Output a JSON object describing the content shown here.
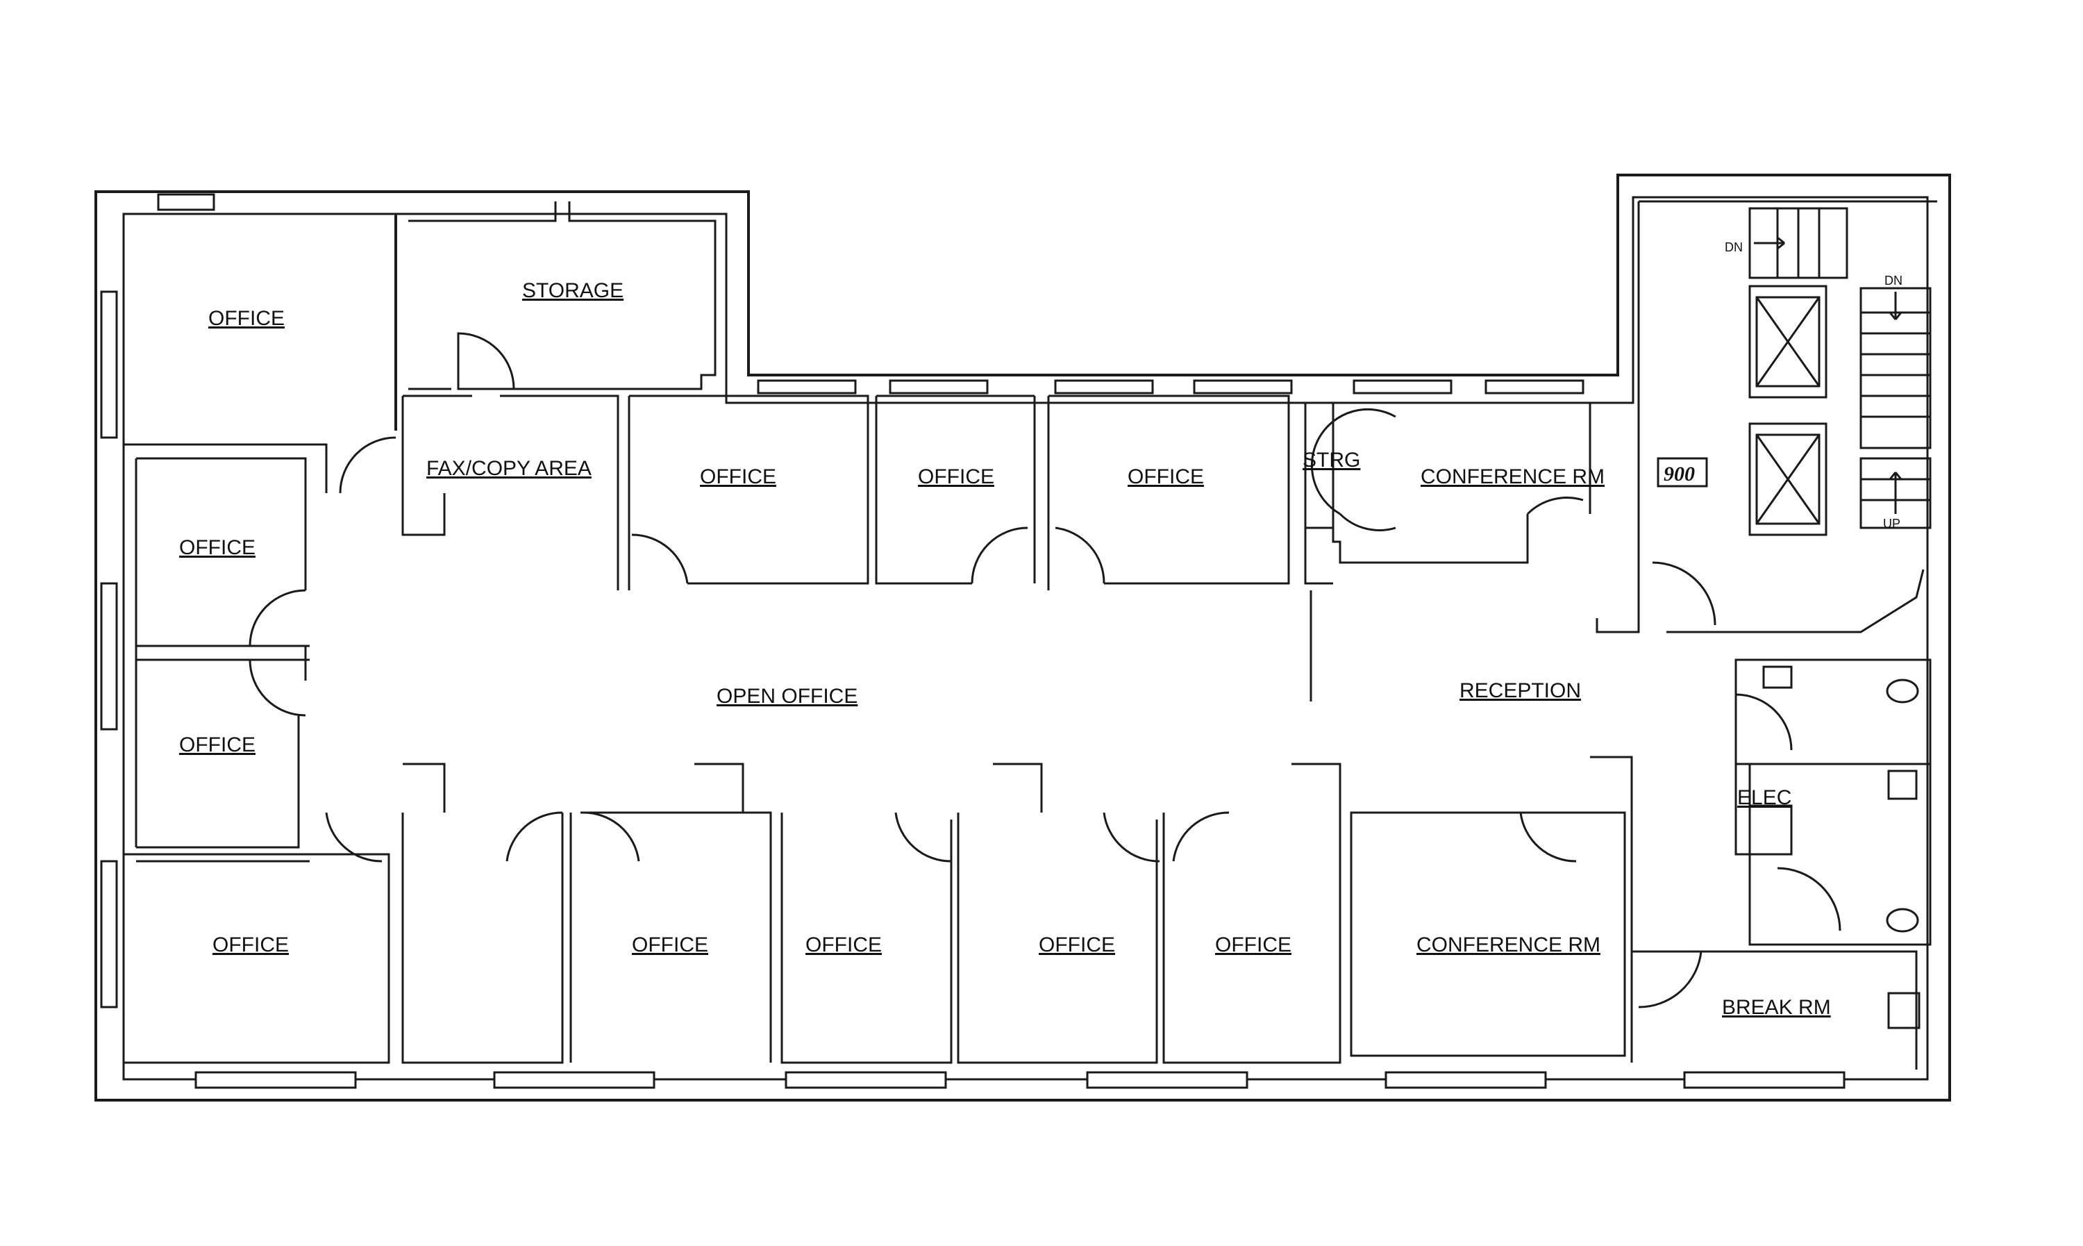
{
  "rooms": {
    "office_nw": "OFFICE",
    "storage": "STORAGE",
    "fax_copy": "FAX/COPY AREA",
    "office_w1": "OFFICE",
    "office_w2": "OFFICE",
    "office_n1": "OFFICE",
    "office_n2": "OFFICE",
    "office_n3": "OFFICE",
    "strg": "STRG",
    "conference_n": "CONFERENCE RM",
    "open_office": "OPEN OFFICE",
    "reception": "RECEPTION",
    "office_sw": "OFFICE",
    "office_s1": "OFFICE",
    "office_s2": "OFFICE",
    "office_s3": "OFFICE",
    "office_s4": "OFFICE",
    "conference_s": "CONFERENCE RM",
    "elec": "ELEC",
    "break_rm": "BREAK RM"
  },
  "core": {
    "suite_number": "900",
    "stair_dn_1": "DN",
    "stair_dn_2": "DN",
    "stair_up": "UP"
  }
}
